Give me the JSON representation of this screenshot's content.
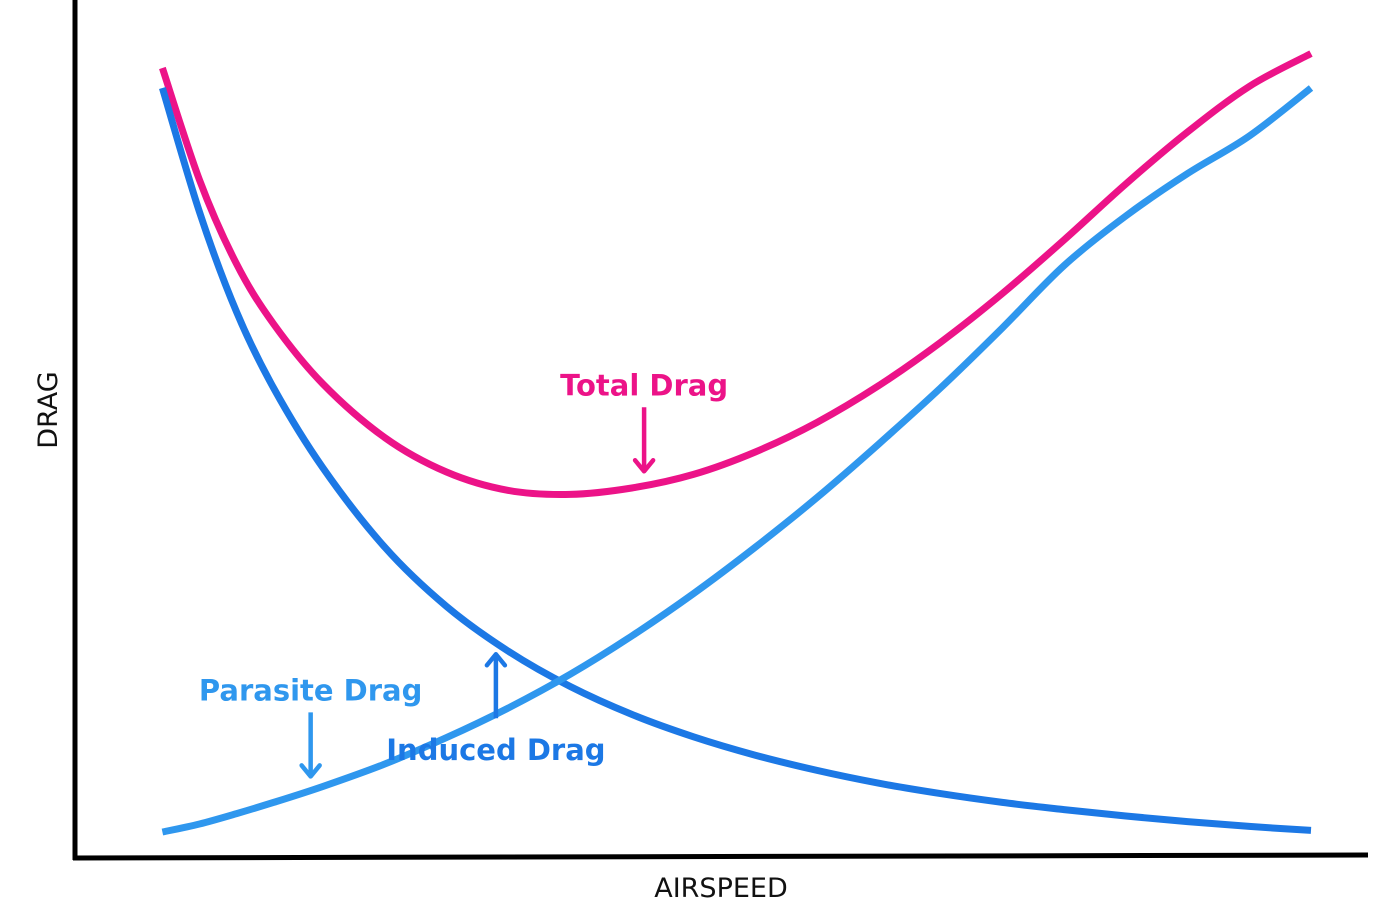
{
  "chart_data": {
    "type": "line",
    "title": "",
    "xlabel": "AIRSPEED",
    "ylabel": "DRAG",
    "grid": false,
    "legend": "none",
    "ticks": "none",
    "series": [
      {
        "name": "Total Drag",
        "color": "#ec1388",
        "x": [
          0.07,
          0.1,
          0.13,
          0.16,
          0.2,
          0.25,
          0.3,
          0.35,
          0.4,
          0.45,
          0.5,
          0.55,
          0.6,
          0.65,
          0.7,
          0.75,
          0.8,
          0.85,
          0.9,
          0.95,
          1.0
        ],
        "values": [
          0.985,
          0.845,
          0.74,
          0.665,
          0.59,
          0.523,
          0.48,
          0.457,
          0.452,
          0.46,
          0.477,
          0.505,
          0.542,
          0.588,
          0.642,
          0.703,
          0.77,
          0.84,
          0.905,
          0.962,
          1.003
        ]
      },
      {
        "name": "Induced Drag",
        "color": "#1c78e5",
        "x": [
          0.07,
          0.1,
          0.13,
          0.16,
          0.2,
          0.25,
          0.3,
          0.35,
          0.4,
          0.45,
          0.5,
          0.55,
          0.6,
          0.65,
          0.7,
          0.75,
          0.8,
          0.85,
          0.9,
          0.95,
          1.0
        ],
        "values": [
          0.96,
          0.805,
          0.68,
          0.585,
          0.485,
          0.386,
          0.312,
          0.256,
          0.212,
          0.177,
          0.149,
          0.126,
          0.107,
          0.091,
          0.078,
          0.067,
          0.058,
          0.05,
          0.043,
          0.037,
          0.032
        ]
      },
      {
        "name": "Parasite Drag",
        "color": "#2f97ee",
        "x": [
          0.07,
          0.1,
          0.13,
          0.16,
          0.2,
          0.25,
          0.3,
          0.35,
          0.4,
          0.45,
          0.5,
          0.55,
          0.6,
          0.65,
          0.7,
          0.75,
          0.8,
          0.85,
          0.9,
          0.95,
          1.0
        ],
        "values": [
          0.03,
          0.04,
          0.053,
          0.067,
          0.087,
          0.115,
          0.148,
          0.185,
          0.227,
          0.275,
          0.328,
          0.386,
          0.448,
          0.515,
          0.585,
          0.66,
          0.738,
          0.8,
          0.853,
          0.9,
          0.96
        ]
      }
    ],
    "annotations": [
      {
        "text": "Total Drag",
        "series": 0,
        "x": 0.46,
        "arrow": "down"
      },
      {
        "text": "Induced Drag",
        "series": 1,
        "x": 0.34,
        "arrow": "up"
      },
      {
        "text": "Parasite Drag",
        "series": 2,
        "x": 0.19,
        "arrow": "down"
      }
    ]
  }
}
